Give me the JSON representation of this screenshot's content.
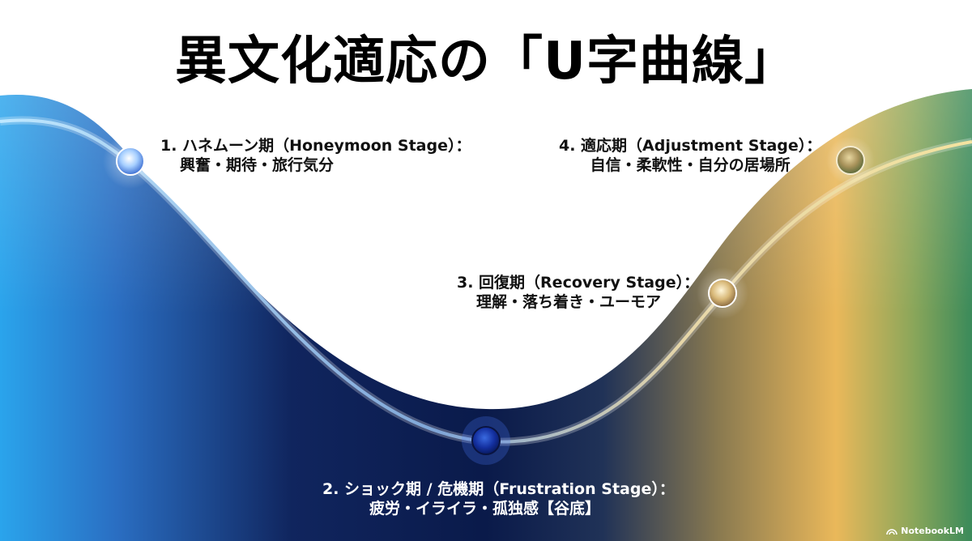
{
  "title": "異文化適応の「U字曲線」",
  "stages": [
    {
      "name": "1. ハネムーン期（Honeymoon Stage）：",
      "description": "興奮・期待・旅行気分"
    },
    {
      "name": "2. ショック期 / 危機期（Frustration Stage）：",
      "description": "疲労・イライラ・孤独感【谷底】"
    },
    {
      "name": "3. 回復期（Recovery Stage）：",
      "description": "理解・落ち着き・ユーモア"
    },
    {
      "name": "4. 適応期（Adjustment Stage）：",
      "description": "自信・柔軟性・自分の居場所"
    }
  ],
  "brand": "NotebookLM",
  "colors": {
    "honeymoon": "#2aa4ec",
    "frustration": "#0a1a4a",
    "recovery": "#e8b85a",
    "adjustment": "#3a8a5a",
    "text_dark": "#111111",
    "text_light": "#ffffff"
  }
}
